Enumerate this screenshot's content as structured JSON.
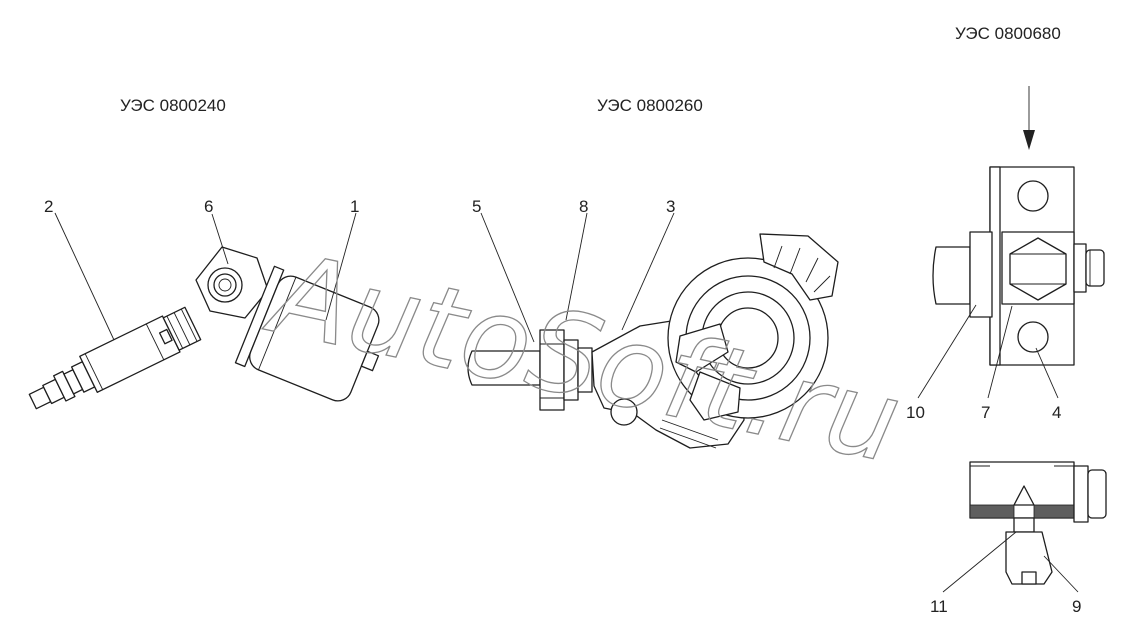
{
  "titles": {
    "left": "УЭС 0800240",
    "middle": "УЭС 0800260",
    "right": "УЭС 0800680"
  },
  "callouts": {
    "c1": "1",
    "c2": "2",
    "c3": "3",
    "c4": "4",
    "c5": "5",
    "c6": "6",
    "c7": "7",
    "c8": "8",
    "c9": "9",
    "c10": "10",
    "c11": "11"
  },
  "watermark": "AutoSoft.ru",
  "colors": {
    "line": "#1e1e1e",
    "watermark": "#8a8a8a",
    "background": "#ffffff"
  }
}
